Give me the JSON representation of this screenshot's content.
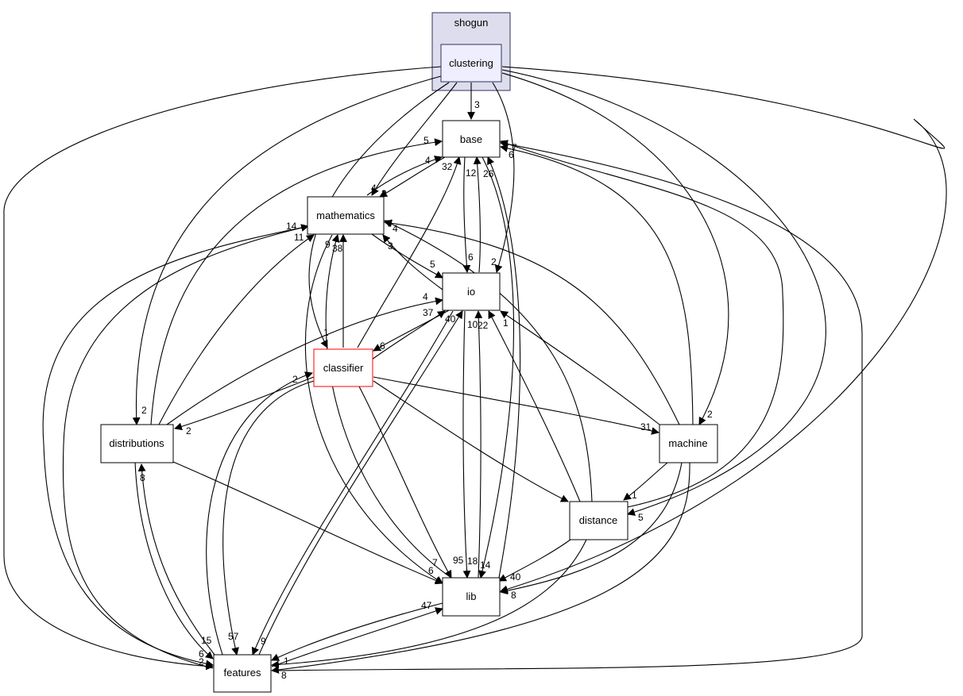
{
  "colors": {
    "cluster_fill": "#dddded",
    "cluster_stroke": "#33335f",
    "inner_fill": "#eeeeff",
    "inner_stroke": "#33335f",
    "highlight_stroke": "#ff0000",
    "edge": "#000000"
  },
  "cluster": {
    "label": "shogun"
  },
  "nodes": [
    {
      "id": "clustering",
      "label": "clustering"
    },
    {
      "id": "base",
      "label": "base"
    },
    {
      "id": "mathematics",
      "label": "mathematics"
    },
    {
      "id": "io",
      "label": "io"
    },
    {
      "id": "classifier",
      "label": "classifier"
    },
    {
      "id": "distributions",
      "label": "distributions"
    },
    {
      "id": "machine",
      "label": "machine"
    },
    {
      "id": "distance",
      "label": "distance"
    },
    {
      "id": "lib",
      "label": "lib"
    },
    {
      "id": "features",
      "label": "features"
    }
  ],
  "edge_labels": [
    "3",
    "5",
    "4",
    "3",
    "32",
    "12",
    "26",
    "7",
    "6",
    "4",
    "14",
    "11",
    "9",
    "38",
    "3",
    "4",
    "5",
    "6",
    "2",
    "4",
    "37",
    "40",
    "10",
    "22",
    "1",
    "1",
    "6",
    "2",
    "2",
    "2",
    "31",
    "2",
    "1",
    "5",
    "7",
    "6",
    "95",
    "18",
    "14",
    "40",
    "8",
    "47",
    "15",
    "57",
    "9",
    "1",
    "6",
    "8",
    "2",
    "8"
  ]
}
